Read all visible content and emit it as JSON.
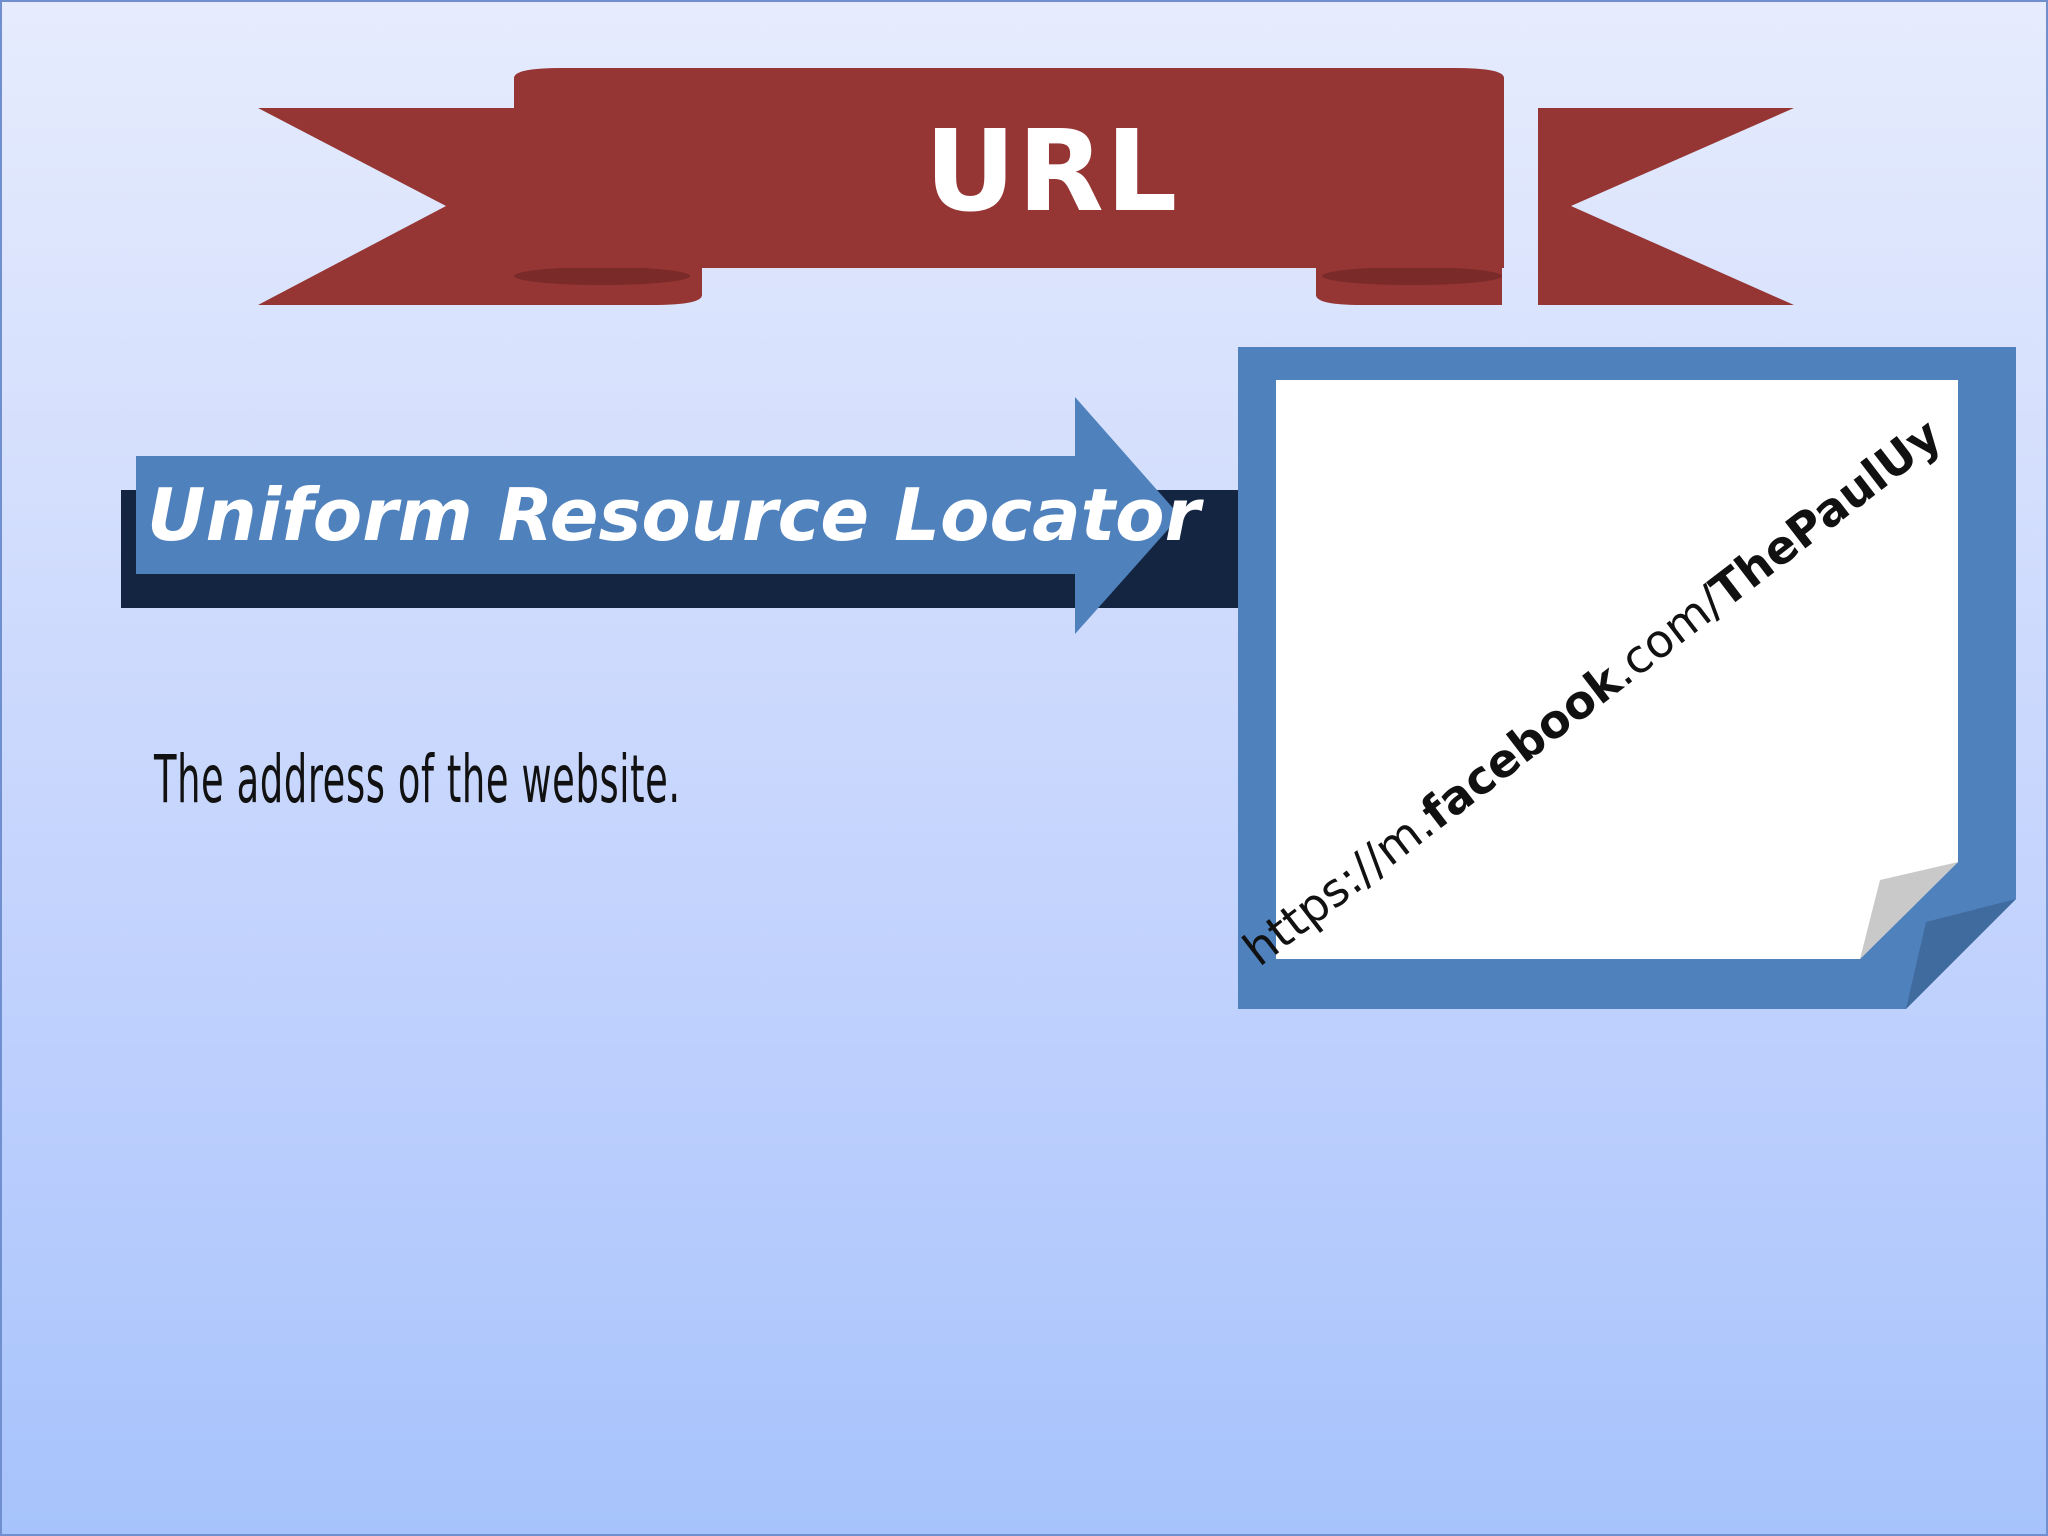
{
  "title": "URL",
  "subtitle": "Uniform Resource Locator",
  "description": "The address of the website.",
  "url": {
    "prefix": "https://m.",
    "domain": "facebook",
    "tld": ".com/",
    "path": "ThePaulUy"
  },
  "colors": {
    "ribbon": "#963634",
    "ribbon_fold": "#7a2a28",
    "arrow": "#4f81bd",
    "arrow_shadow": "#142541",
    "note_frame": "#4f81bd",
    "note_paper": "#ffffff",
    "background_top": "#e6ecfd",
    "background_bottom": "#a6c3fb"
  }
}
